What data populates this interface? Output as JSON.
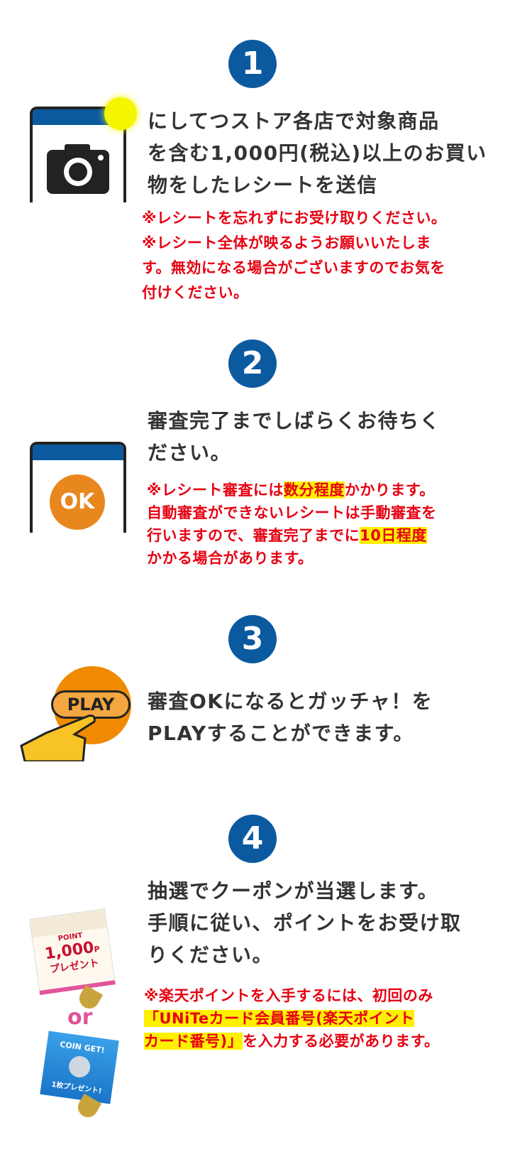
{
  "steps": [
    {
      "number": "1",
      "main": [
        "にしてつストア各店で対象商品",
        "を含む1,000円(税込)以上のお買い",
        "物をしたレシートを送信"
      ],
      "notes": [
        "※レシートを忘れずにお受け取りください。",
        "※レシート全体が映るようお願いいたしま",
        "す。無効になる場合がございますのでお気を",
        "付けください。"
      ]
    },
    {
      "number": "2",
      "main": [
        "審査完了までしばらくお待ちく",
        "ださい。"
      ],
      "notes_a": "※レシート審査には",
      "notes_hl1": "数分程度",
      "notes_b": "かかります。",
      "notes_2": "自動審査ができないレシートは手動審査を",
      "notes_3a": "行いますので、審査完了までに",
      "notes_hl2": "10日程度",
      "notes_4": "かかる場合があります。",
      "ok_label": "OK"
    },
    {
      "number": "3",
      "main": [
        "審査OKになるとガッチャ！を",
        "PLAYすることができます。"
      ],
      "play_label": "PLAY"
    },
    {
      "number": "4",
      "main": [
        "抽選でクーポンが当選します。",
        "手順に従い、ポイントをお受け取",
        "りください。"
      ],
      "note_1": "※楽天ポイントを入手するには、初回のみ",
      "note_hl": "「UNiTeカード会員番号(楽天ポイント",
      "note_hl2": "カード番号)」",
      "note_3": "を入力する必要があります。",
      "coupon_amount": "1,000",
      "coupon_unit": "P",
      "coupon_text": "プレゼント",
      "coupon_point": "POINT",
      "or_label": "or",
      "coin_title": "COIN GET!",
      "coin_text": "1枚プレゼント!"
    }
  ],
  "colors": {
    "blue": "#0b5aa0",
    "red": "#e60012",
    "highlight": "#fff000",
    "orange": "#e8871e"
  }
}
